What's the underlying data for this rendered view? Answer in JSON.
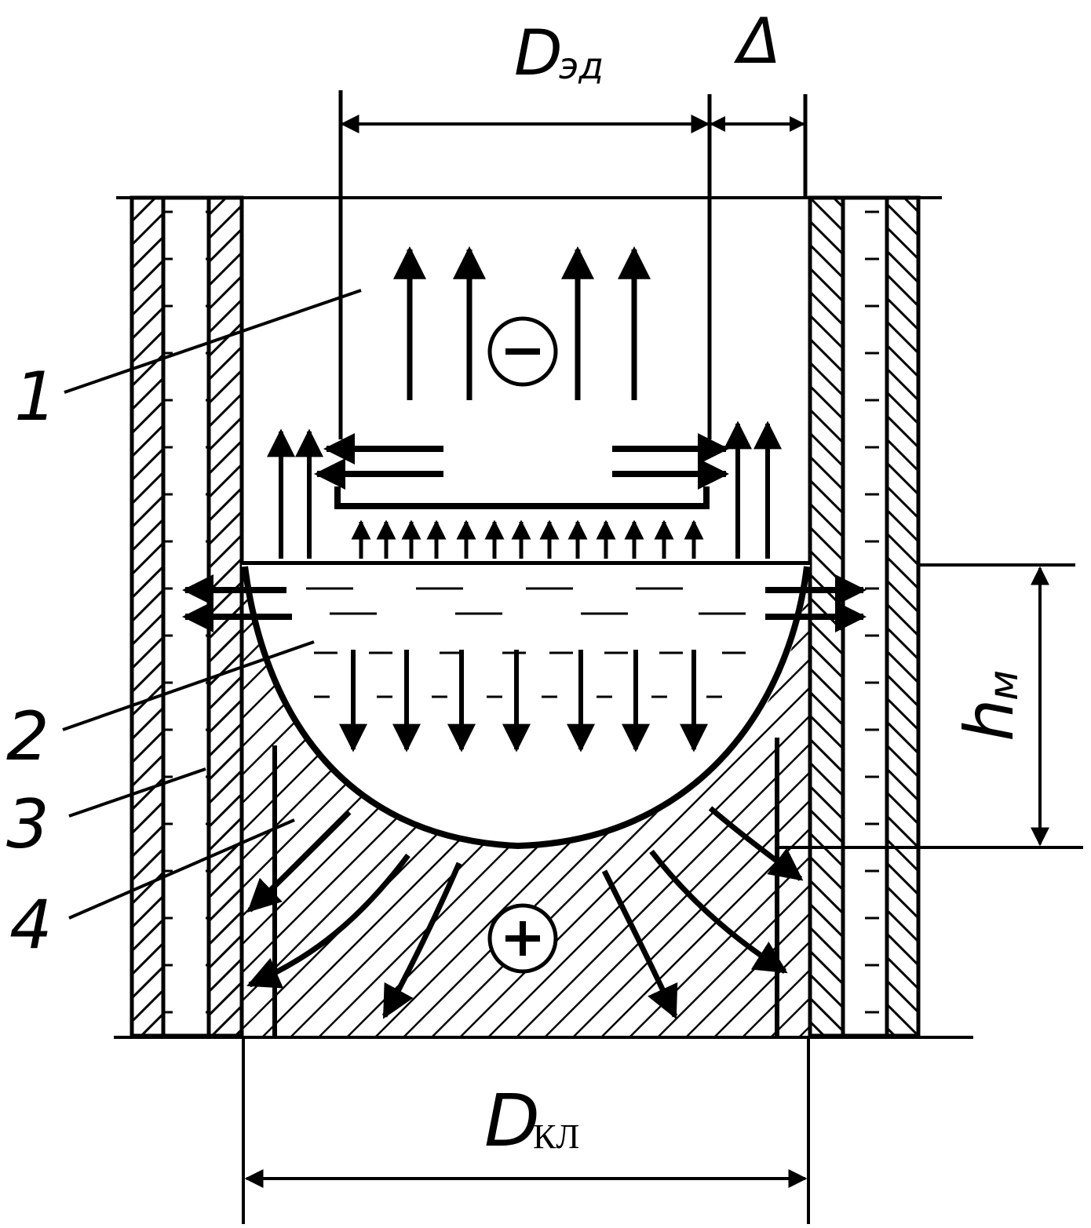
{
  "labels": {
    "d_ed_main": "D",
    "d_ed_sub": "эд",
    "delta": "Δ",
    "d_kl_main": "D",
    "d_kl_sub": "КЛ",
    "h_main": "h",
    "h_sub": "м",
    "minus": "−",
    "plus": "+",
    "callouts": [
      "1",
      "2",
      "3",
      "4"
    ]
  }
}
